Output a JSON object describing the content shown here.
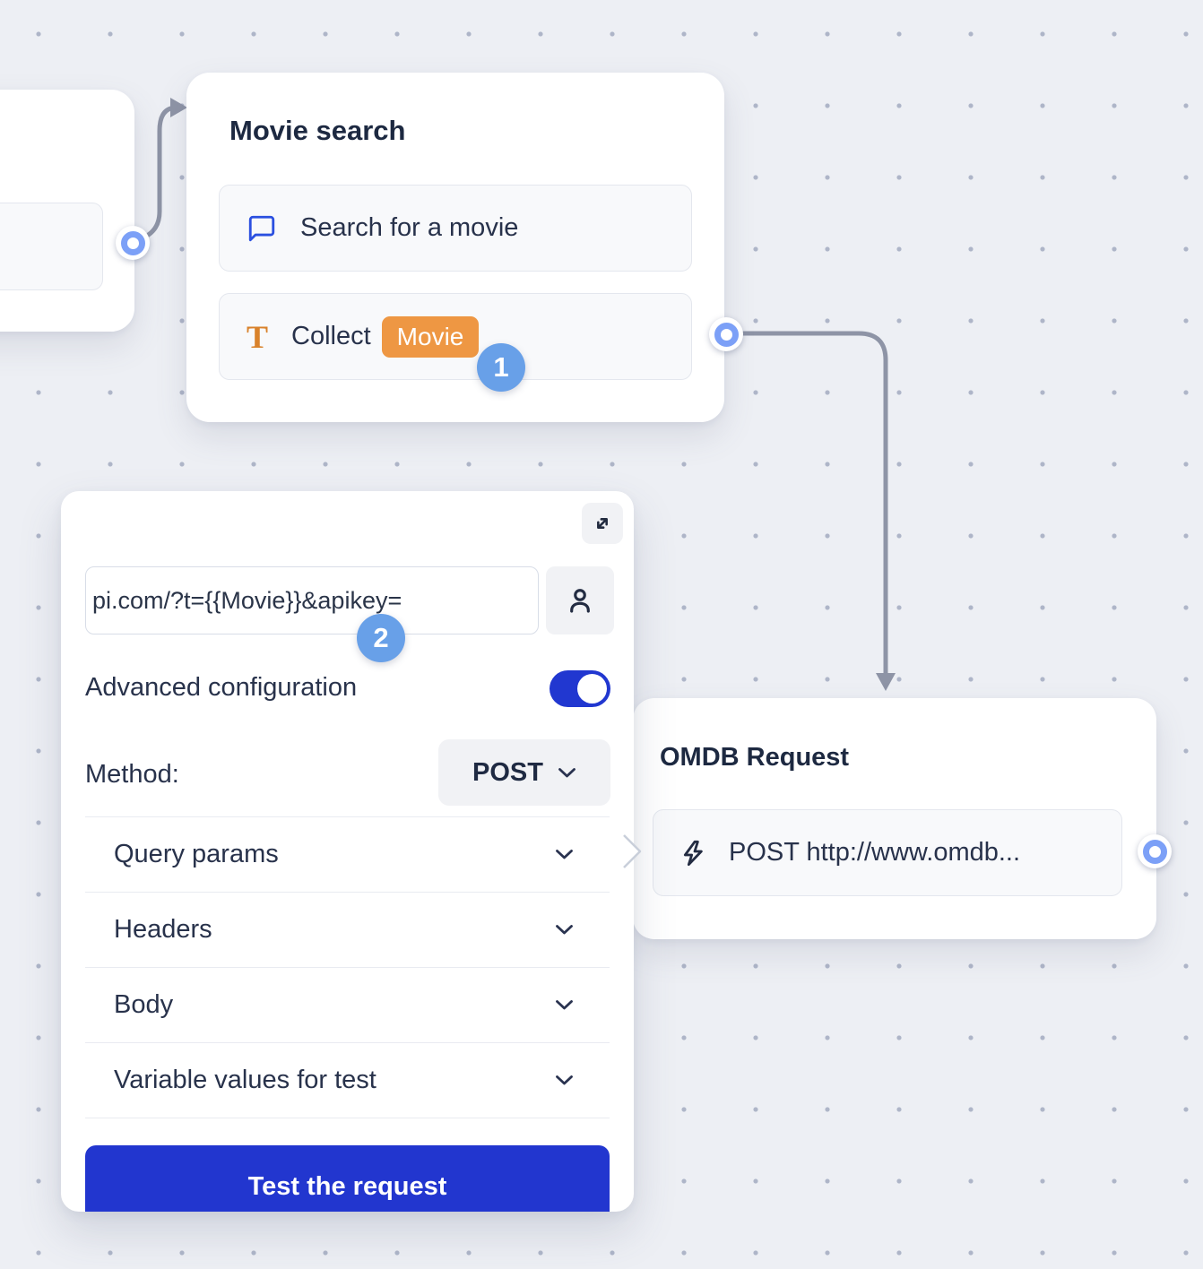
{
  "colors": {
    "primary_blue": "#2236cf",
    "step_badge_blue": "#68a0e8",
    "variable_orange": "#ee9743",
    "connector_gray": "#8e94a6",
    "port_ring_blue": "#7ca0f7"
  },
  "movie_search_node": {
    "title": "Movie search",
    "items": [
      {
        "icon": "chat-bubble-icon",
        "label": "Search for a movie"
      },
      {
        "icon": "text-input-icon",
        "label": "Collect",
        "variable_chip": "Movie"
      }
    ]
  },
  "omdb_node": {
    "title": "OMDB Request",
    "items": [
      {
        "icon": "lightning-icon",
        "label": "POST http://www.omdb..."
      }
    ]
  },
  "request_panel": {
    "url_value": "pi.com/?t={{Movie}}&apikey=",
    "advanced_label": "Advanced configuration",
    "advanced_on": true,
    "method_label": "Method:",
    "method_value": "POST",
    "sections": [
      "Query params",
      "Headers",
      "Body",
      "Variable values for test"
    ],
    "test_button_label": "Test the request"
  },
  "step_badges": {
    "step1": "1",
    "step2": "2"
  }
}
